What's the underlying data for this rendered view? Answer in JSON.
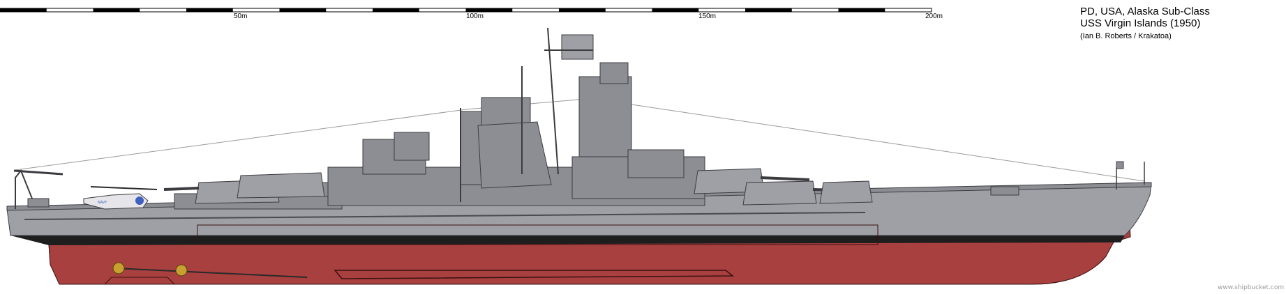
{
  "scale_bar": {
    "ticks": [
      "50m",
      "100m",
      "150m",
      "200m"
    ]
  },
  "title": {
    "line1": "PD, USA, Alaska Sub-Class",
    "line2": "USS Virgin Islands (1950)",
    "line3": "(Ian B. Roberts / Krakatoa)"
  },
  "watermark": "www.shipbucket.com",
  "colors": {
    "hull_upper": "#9ea0a6",
    "hull_lower": "#a84040",
    "superstructure": "#8c8e94",
    "detail_dark": "#5a5c60",
    "boot_top": "#1e1e1e",
    "propeller": "#c8a030"
  },
  "aircraft_marking": "NAVY"
}
